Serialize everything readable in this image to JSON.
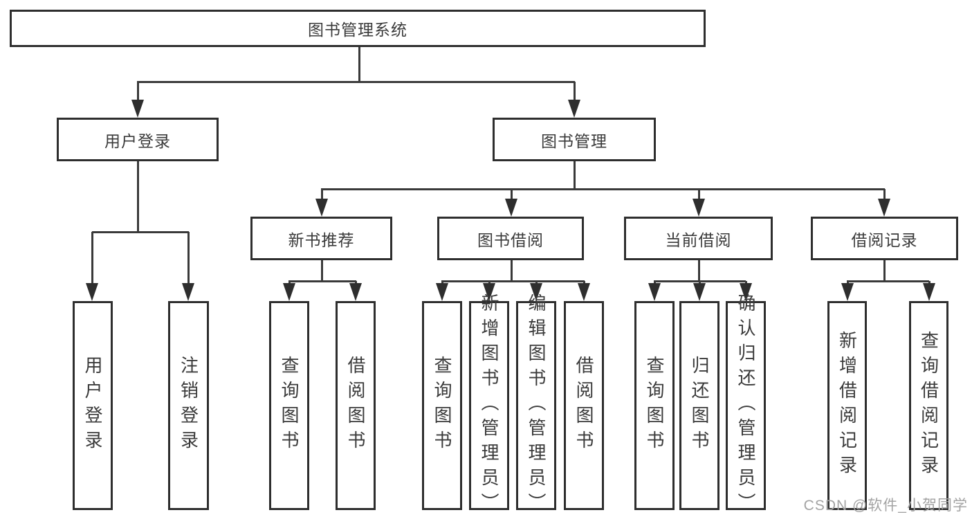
{
  "diagram": {
    "root": {
      "label": "图书管理系统"
    },
    "level2": [
      {
        "label": "用户登录"
      },
      {
        "label": "图书管理"
      }
    ],
    "level3": [
      {
        "label": "新书推荐"
      },
      {
        "label": "图书借阅"
      },
      {
        "label": "当前借阅"
      },
      {
        "label": "借阅记录"
      }
    ],
    "leaves": [
      {
        "label": "用户登录"
      },
      {
        "label": "注销登录"
      },
      {
        "label": "查询图书"
      },
      {
        "label": "借阅图书"
      },
      {
        "label": "查询图书"
      },
      {
        "label": "新增图书（管理员）"
      },
      {
        "label": "编辑图书（管理员）"
      },
      {
        "label": "借阅图书"
      },
      {
        "label": "查询图书"
      },
      {
        "label": "归还图书"
      },
      {
        "label": "确认归还（管理员）"
      },
      {
        "label": "新增借阅记录"
      },
      {
        "label": "查询借阅记录"
      }
    ]
  },
  "watermark": "CSDN @软件_小贺同学",
  "colors": {
    "line": "#3a3a3a",
    "border": "#2e2e2e",
    "text": "#3a3a3a",
    "watermark": "#a3a3a3",
    "background": "#ffffff"
  }
}
